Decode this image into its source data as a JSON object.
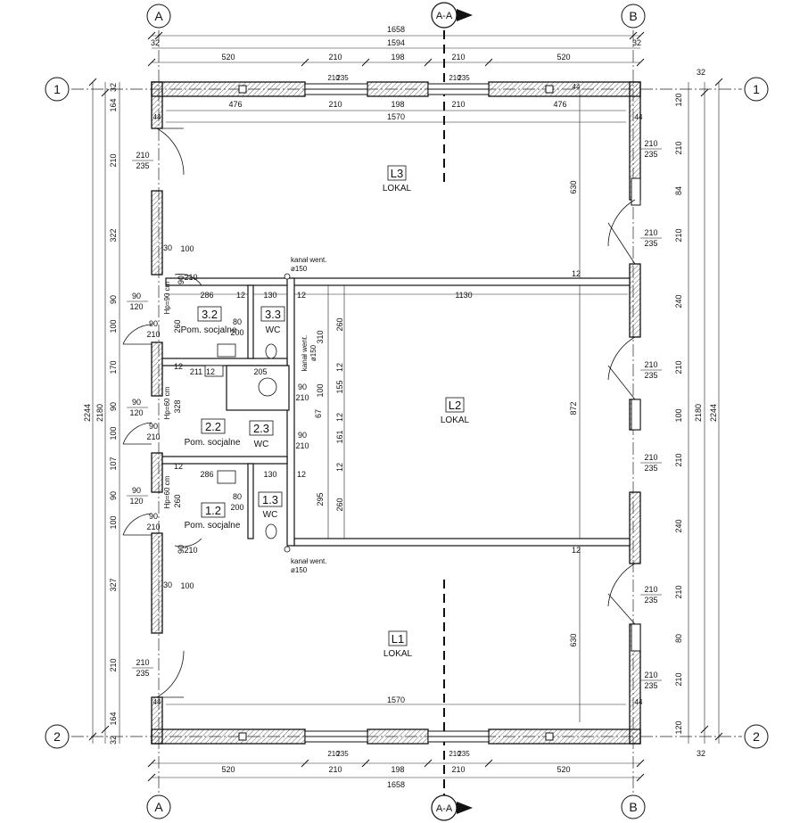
{
  "grid": {
    "col_a": "A",
    "col_b": "B",
    "row_1": "1",
    "row_2": "2",
    "section": "A-A"
  },
  "dims_top": {
    "overall": "1658",
    "inner": "1594",
    "edge": "32",
    "seg_left": "520",
    "seg_win": "210",
    "seg_mid": "198",
    "seg_right": "520",
    "win_h": "235",
    "wall": "44"
  },
  "dims_inner_top": {
    "left": "476",
    "mid1": "210",
    "mid2": "198",
    "mid3": "210",
    "right": "476",
    "total": "1570"
  },
  "dims_left": {
    "total": "2244",
    "inner": "2180",
    "edge": "32",
    "v1": "164",
    "v2": "210",
    "v3": "322",
    "v4": "90",
    "v5": "100",
    "v6": "170",
    "v7": "90",
    "v8": "100",
    "v9": "107",
    "v10": "90",
    "v11": "100",
    "v12": "327",
    "v13": "210",
    "v14": "164"
  },
  "dims_right": {
    "total": "2244",
    "inner": "2180",
    "edge": "32",
    "v1": "120",
    "v2": "210",
    "v3": "84",
    "v4": "210",
    "v5": "240",
    "v6": "210",
    "v7": "100",
    "v8": "210",
    "v9": "240",
    "v10": "210",
    "v11": "80",
    "v12": "210",
    "v13": "120"
  },
  "door": {
    "w210": "210",
    "h235": "235",
    "w90": "90",
    "h120": "120",
    "h210": "210",
    "w80": "80",
    "h200": "200",
    "w100": "100",
    "w30": "30"
  },
  "rooms": {
    "l3": {
      "num": "L3",
      "name": "LOKAL"
    },
    "l2": {
      "num": "L2",
      "name": "LOKAL"
    },
    "l1": {
      "num": "L1",
      "name": "LOKAL"
    },
    "r32": {
      "num": "3.2",
      "name": "Pom. socjalne"
    },
    "r33": {
      "num": "3.3",
      "name": "WC"
    },
    "r22": {
      "num": "2.2",
      "name": "Pom. socjalne"
    },
    "r23": {
      "num": "2.3",
      "name": "WC"
    },
    "r12": {
      "num": "1.2",
      "name": "Pom. socjalne"
    },
    "r13": {
      "num": "1.3",
      "name": "WC"
    }
  },
  "vent": {
    "label": "kanał went.",
    "dia": "ø150"
  },
  "inner_dims": {
    "d286": "286",
    "d12": "12",
    "d130": "130",
    "d1130": "1130",
    "d260": "260",
    "d310": "310",
    "d211": "211",
    "d205": "205",
    "d155": "155",
    "d67": "67",
    "d161": "161",
    "d328": "328",
    "d295": "295",
    "d872": "872",
    "d630": "630",
    "d1570": "1570",
    "d100": "100",
    "hp90": "Hp=90 cm",
    "hp60": "Hp=60 cm"
  }
}
